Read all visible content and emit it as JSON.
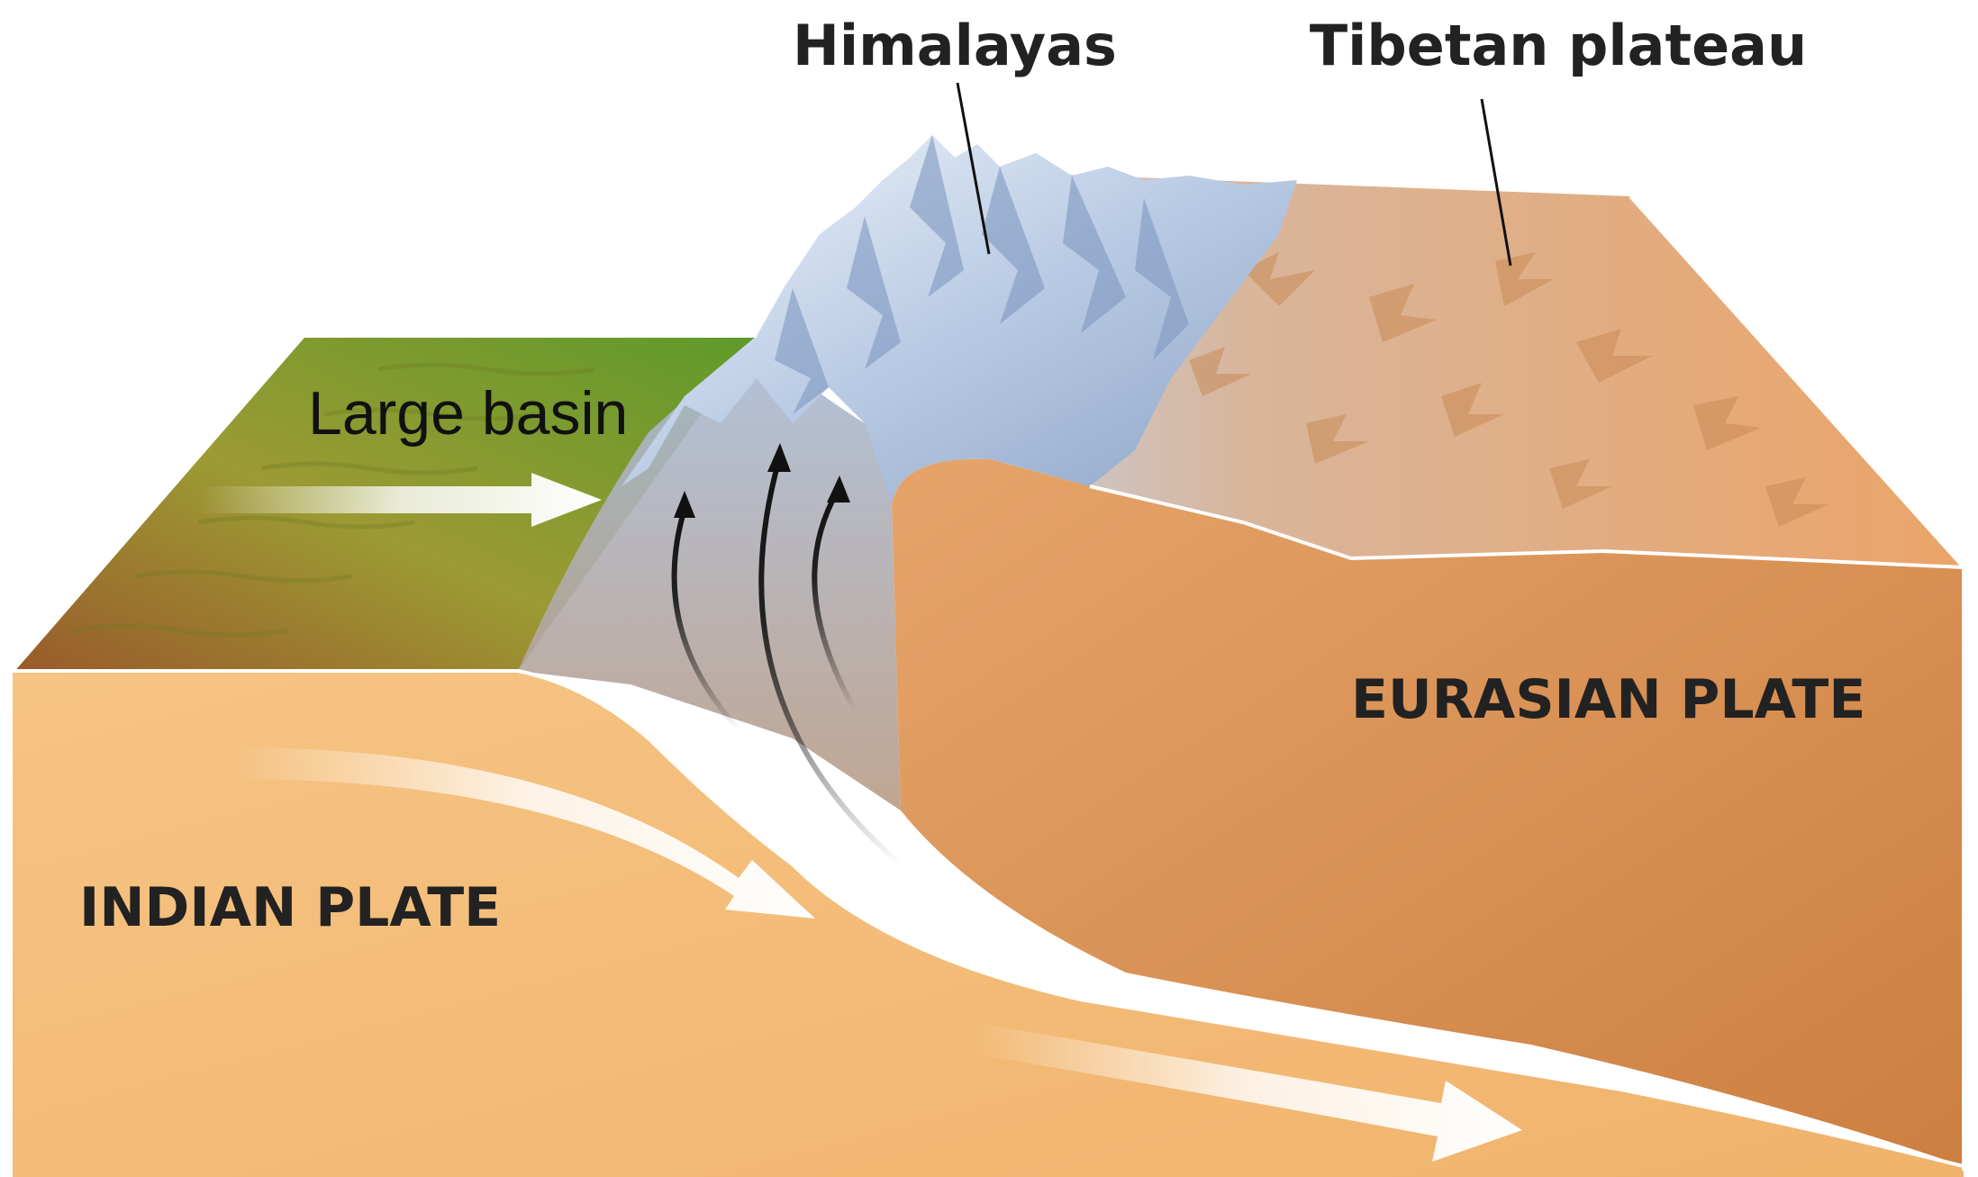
{
  "labels": {
    "himalayas": "Himalayas",
    "tibetan_plateau": "Tibetan plateau",
    "large_basin": "Large basin",
    "eurasian_plate": "EURASIAN PLATE",
    "indian_plate": "INDIAN PLATE"
  },
  "colors": {
    "basin_green": "#7fa833",
    "basin_brown": "#9a6a2e",
    "indian_plate": "#f4bd78",
    "eurasian_plate": "#d68f52",
    "plateau_top": "#e9a56b",
    "mountain_snow": "#eaf1fb",
    "mountain_shadow": "#8fa7c9",
    "arrow_white": "#ffffff",
    "arrow_black": "#111111",
    "outline": "#ffffff",
    "text": "#222222"
  }
}
